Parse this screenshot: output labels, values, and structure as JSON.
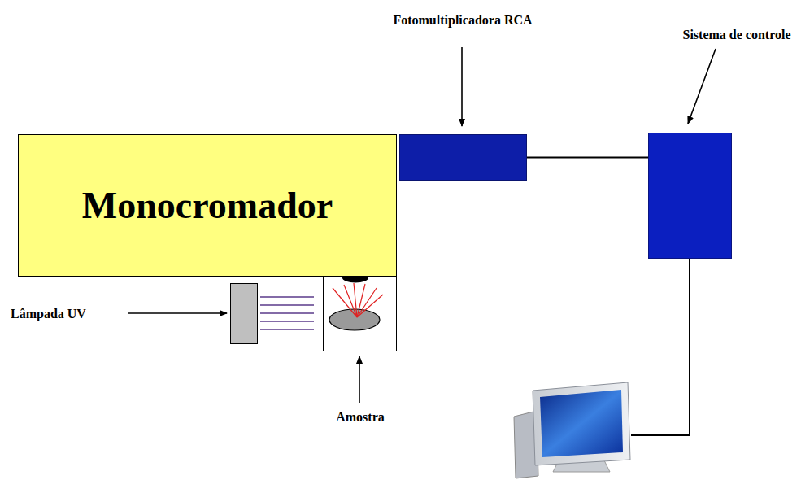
{
  "diagram": {
    "nodes": [
      {
        "text": [
          "Monocromador"
        ]
      },
      {
        "text": [
          "Fotomultiplicadora RCA"
        ]
      },
      {
        "text": [
          "Sistema de controle"
        ]
      },
      {
        "text": [
          "Lâmpada UV"
        ]
      },
      {
        "text": [
          "Amostra"
        ]
      }
    ],
    "edges": [
      {
        "from": 1,
        "to": 2,
        "arrow": "none"
      }
    ]
  }
}
